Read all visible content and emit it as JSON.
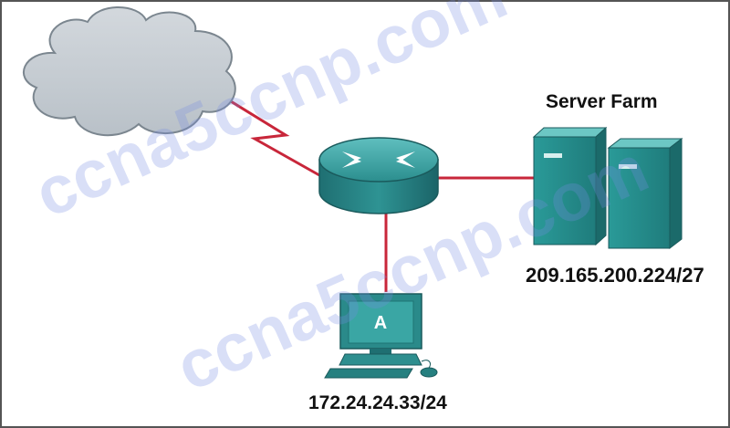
{
  "diagram": {
    "server_farm": {
      "title": "Server Farm",
      "subnet": "209.165.200.224/27"
    },
    "host": {
      "label": "A",
      "ip": "172.24.24.33/24"
    },
    "watermark": "ccna5ccnp.com"
  },
  "colors": {
    "link": "#c8263a",
    "device_teal": "#2a8a8a",
    "cloud": "#c6cdd3"
  },
  "icons": [
    "cloud-icon",
    "router-icon",
    "server-icon",
    "pc-icon"
  ]
}
